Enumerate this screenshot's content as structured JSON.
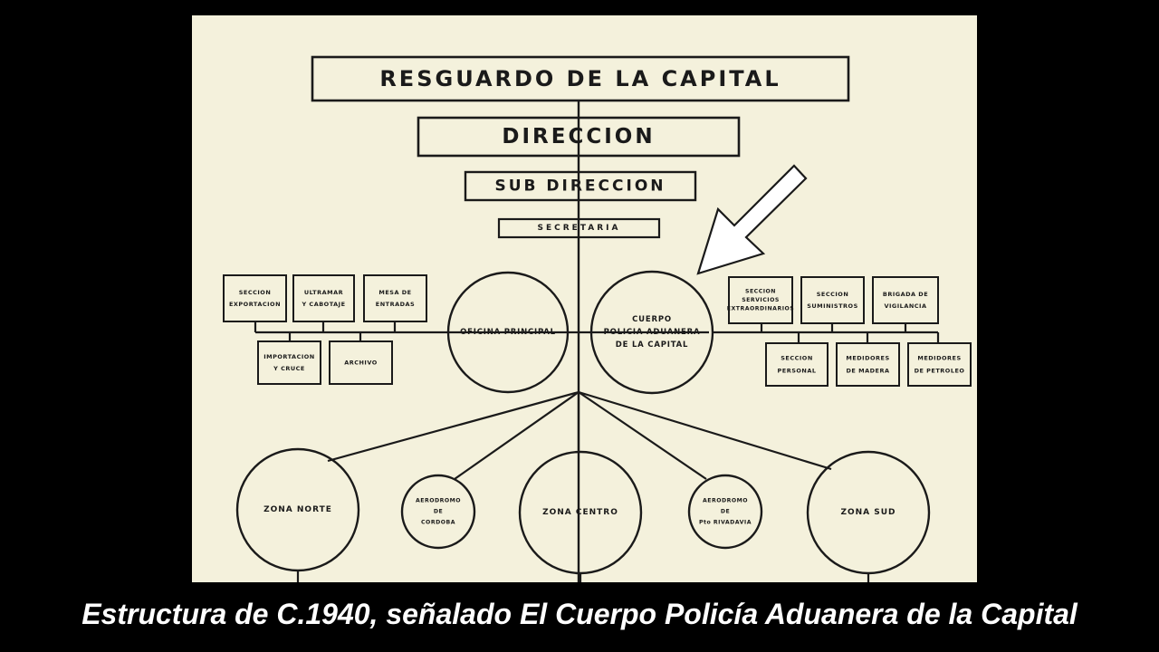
{
  "diagram": {
    "header_boxes": [
      {
        "id": "resguardo",
        "lines": [
          "RESGUARDO DE LA CAPITAL"
        ]
      },
      {
        "id": "direccion",
        "lines": [
          "DIRECCION"
        ]
      },
      {
        "id": "subdireccion",
        "lines": [
          "SUB DIRECCION"
        ]
      },
      {
        "id": "secretaria",
        "lines": [
          "SECRETARIA"
        ]
      }
    ],
    "main_nodes": [
      {
        "id": "oficina-principal",
        "lines": [
          "OFICINA PRINCIPAL"
        ]
      },
      {
        "id": "cuerpo-policia",
        "lines": [
          "CUERPO",
          "POLICIA ADUANERA",
          "DE LA CAPITAL"
        ],
        "highlighted": true
      }
    ],
    "left_sections": [
      {
        "id": "seccion-exportacion",
        "lines": [
          "SECCION",
          "EXPORTACION"
        ]
      },
      {
        "id": "ultramar-cabotaje",
        "lines": [
          "ULTRAMAR",
          "Y CABOTAJE"
        ]
      },
      {
        "id": "mesa-entradas",
        "lines": [
          "MESA DE",
          "ENTRADAS"
        ]
      },
      {
        "id": "importacion-cruce",
        "lines": [
          "IMPORTACION",
          "Y CRUCE"
        ]
      },
      {
        "id": "archivo",
        "lines": [
          "ARCHIVO"
        ]
      }
    ],
    "right_sections": [
      {
        "id": "servicios-extraordinarios",
        "lines": [
          "SECCION",
          "SERVICIOS",
          "EXTRAORDINARIOS"
        ]
      },
      {
        "id": "seccion-suministros",
        "lines": [
          "SECCION",
          "SUMINISTROS"
        ]
      },
      {
        "id": "brigada-vigilancia",
        "lines": [
          "BRIGADA DE",
          "VIGILANCIA"
        ]
      },
      {
        "id": "seccion-personal",
        "lines": [
          "SECCION",
          "PERSONAL"
        ]
      },
      {
        "id": "medidores-madera",
        "lines": [
          "MEDIDORES",
          "DE MADERA"
        ]
      },
      {
        "id": "medidores-petroleo",
        "lines": [
          "MEDIDORES",
          "DE PETROLEO"
        ]
      }
    ],
    "zones": [
      {
        "id": "zona-norte",
        "lines": [
          "ZONA NORTE"
        ]
      },
      {
        "id": "aerodromo-cordoba",
        "lines": [
          "AERODROMO",
          "DE",
          "CORDOBA"
        ]
      },
      {
        "id": "zona-centro",
        "lines": [
          "ZONA CENTRO"
        ]
      },
      {
        "id": "aerodromo-rivadavia",
        "lines": [
          "AERODROMO",
          "DE",
          "Pto RIVADAVIA"
        ]
      },
      {
        "id": "zona-sud",
        "lines": [
          "ZONA SUD"
        ]
      }
    ],
    "pointer": "arrow-icon",
    "colors": {
      "paper": "#f4f1dc",
      "ink": "#1a1a1a",
      "background": "#000000",
      "caption": "#ffffff"
    }
  },
  "caption": "Estructura de C.1940, señalado El Cuerpo Policía Aduanera de la Capital"
}
